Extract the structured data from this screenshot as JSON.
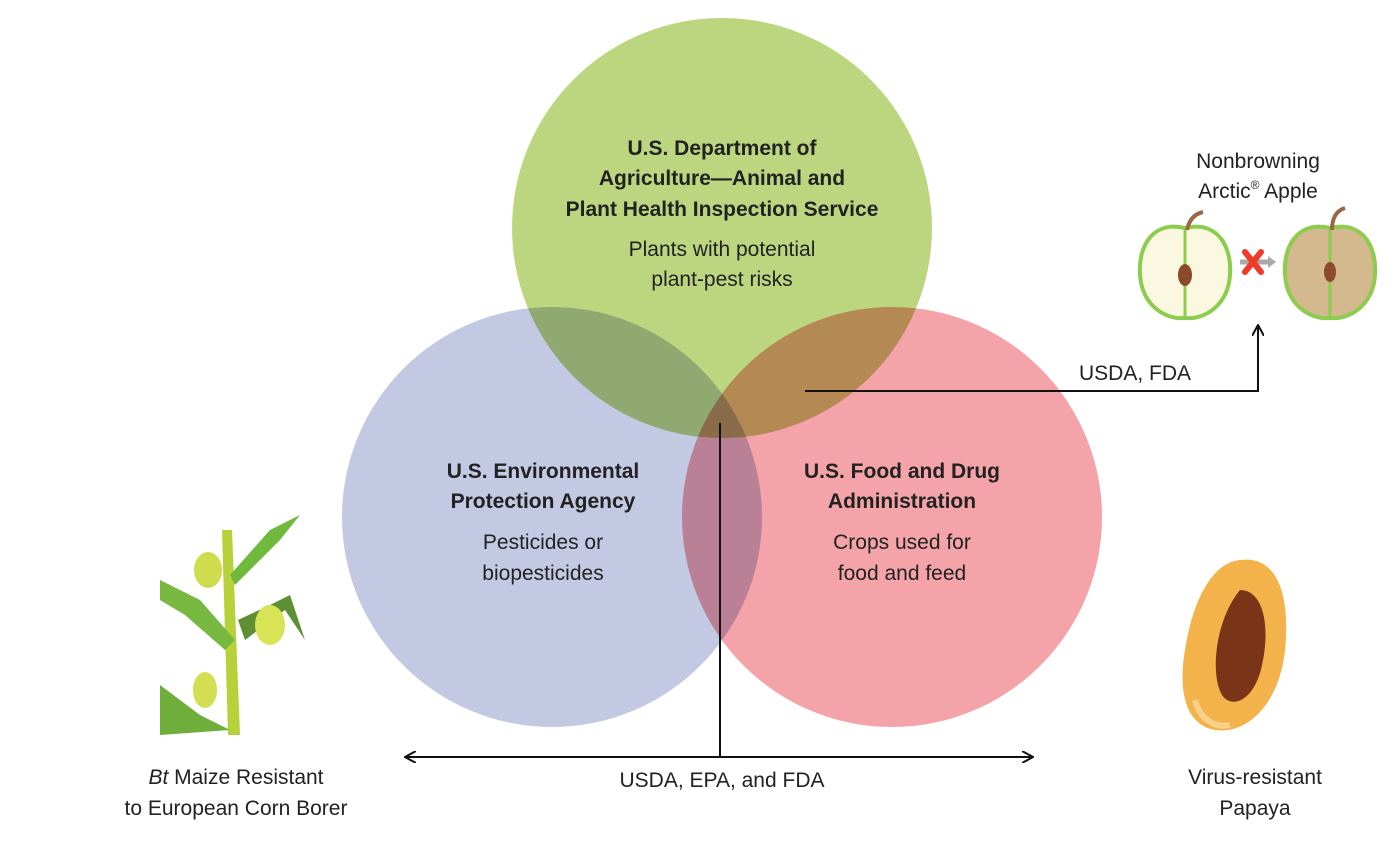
{
  "agencies": {
    "usda": {
      "title": [
        "U.S. Department  of",
        "Agriculture—Animal and",
        "Plant Health Inspection Service"
      ],
      "desc": [
        "Plants with potential",
        "plant-pest risks"
      ],
      "color": "#bcd680"
    },
    "epa": {
      "title": [
        "U.S. Environmental",
        "Protection Agency"
      ],
      "desc": [
        "Pesticides or",
        "biopesticides"
      ],
      "color": "#c3c9e2"
    },
    "fda": {
      "title": [
        "U.S. Food and Drug",
        "Administration"
      ],
      "desc": [
        "Crops used for",
        "food and feed"
      ],
      "color": "#f4a3a8"
    }
  },
  "arrows": {
    "apple_label": "USDA, FDA",
    "bottom_label": "USDA, EPA, and FDA"
  },
  "examples": {
    "apple": {
      "line1": "Nonbrowning",
      "line2_a": "Arctic",
      "line2_sup": "®",
      "line2_b": " Apple"
    },
    "maize": {
      "line1_italic": "Bt",
      "line1_rest": " Maize Resistant",
      "line2": "to European Corn Borer"
    },
    "papaya": {
      "line1": "Virus-resistant",
      "line2": "Papaya"
    }
  }
}
